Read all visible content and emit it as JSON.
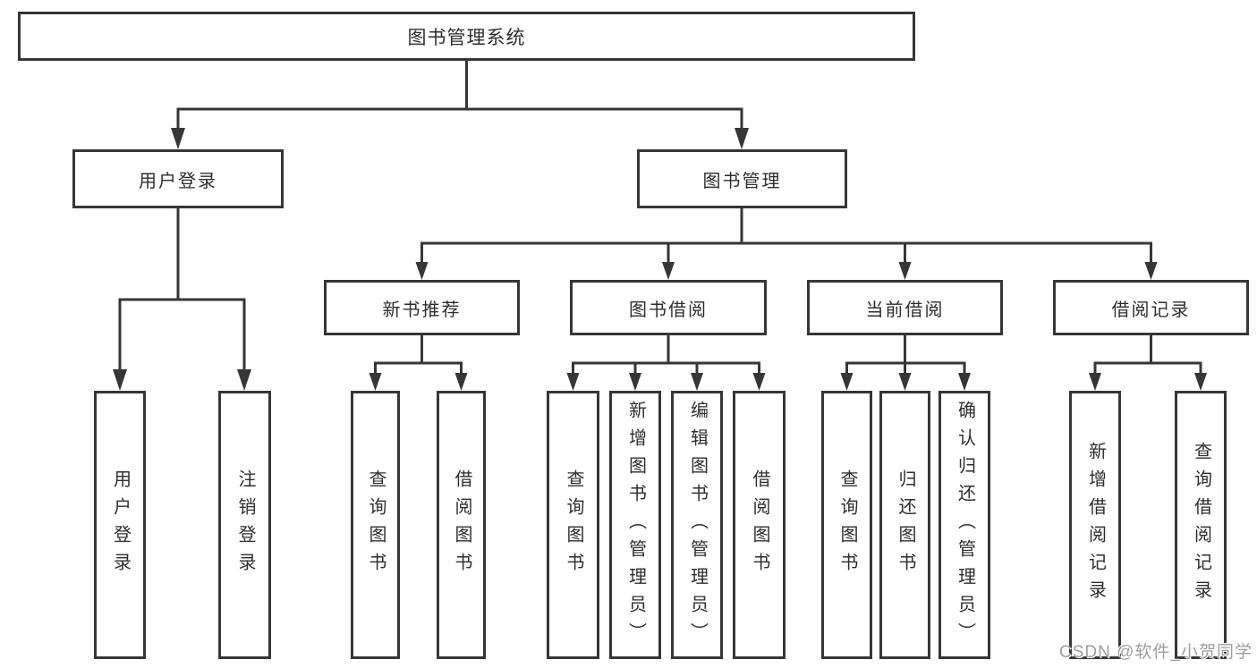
{
  "watermark": "CSDN @软件_小贺同学",
  "colors": {
    "line": "#363636",
    "text": "#2e2e2e",
    "watermark": "#9e9e9e",
    "background": "#ffffff"
  },
  "nodes": {
    "root": "图书管理系统",
    "user_login": "用户登录",
    "book_mgmt": "图书管理",
    "login": "用户登录",
    "logout": "注销登录",
    "new_rec": "新书推荐",
    "borrow": "图书借阅",
    "current": "当前借阅",
    "records": "借阅记录",
    "rec_query": "查询图书",
    "rec_borrow": "借阅图书",
    "bor_query": "查询图书",
    "bor_add": "新增图书（管理员）",
    "bor_edit": "编辑图书（管理员）",
    "bor_borrow": "借阅图书",
    "cur_query": "查询图书",
    "cur_return": "归还图书",
    "cur_confirm": "确认归还（管理员）",
    "recd_add": "新增借阅记录",
    "recd_query": "查询借阅记录"
  }
}
